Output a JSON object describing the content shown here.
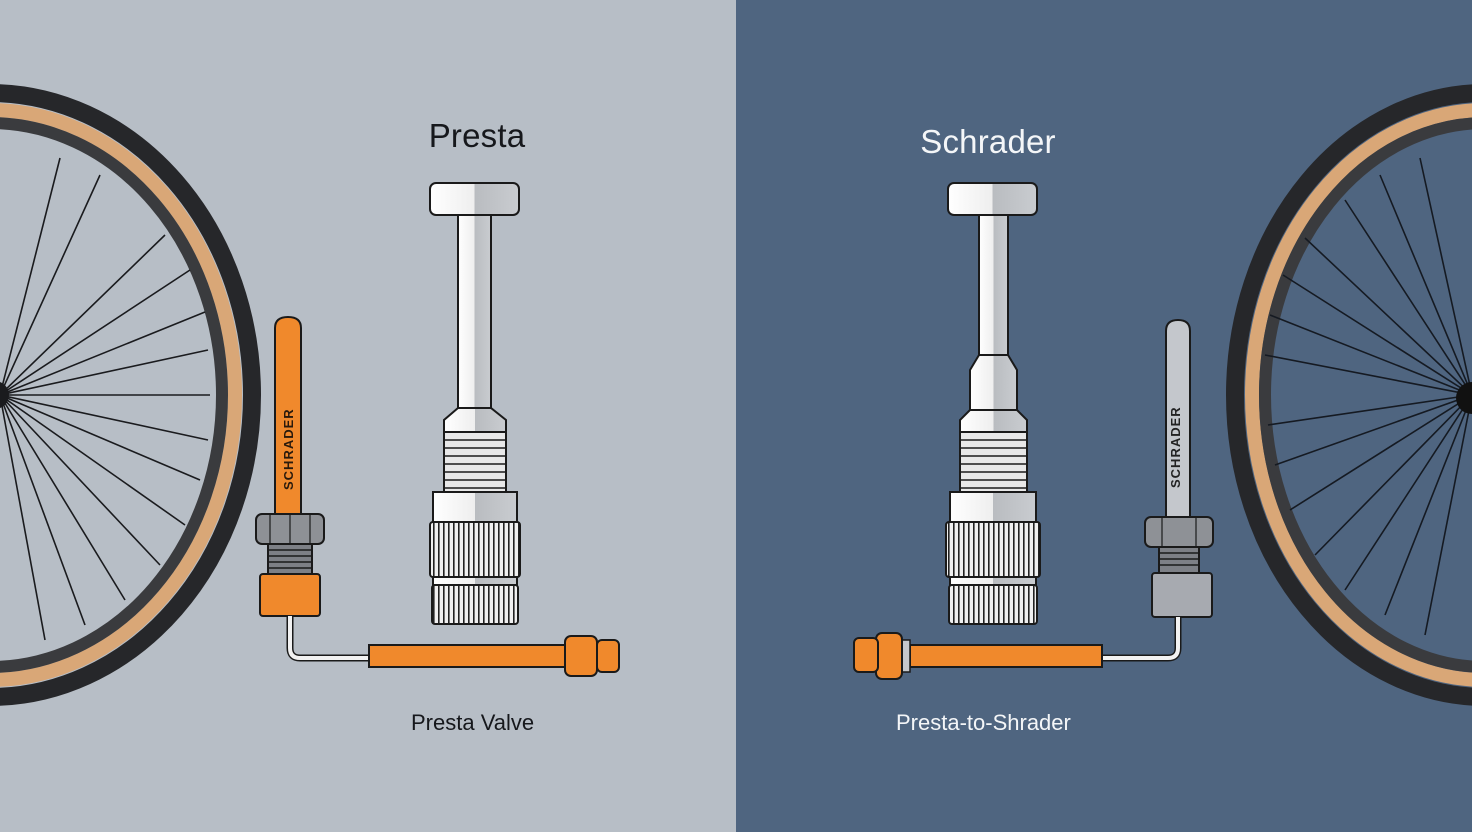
{
  "panels": {
    "left": {
      "title": "Presta",
      "caption": "Presta Valve",
      "adapter_label": "SCHRADER",
      "background": "#b7bec6",
      "text_color": "#16181c"
    },
    "right": {
      "title": "Schrader",
      "caption": "Presta-to-Shrader",
      "adapter_label": "SCHRADER",
      "background": "#4f6580",
      "text_color": "#f4f6f8"
    }
  },
  "colors": {
    "accent_orange": "#f0892c",
    "tire_tan": "#d9a777",
    "tire_black": "#26272a",
    "metal_light": "#f2f2f2",
    "metal_shade": "#b9bcc0"
  },
  "icons": {
    "left_wheel": "bicycle-wheel-icon",
    "right_wheel": "bicycle-wheel-icon",
    "left_valve": "presta-valve-icon",
    "right_valve": "presta-valve-icon",
    "left_adapter": "schrader-adapter-icon",
    "right_adapter": "schrader-adapter-icon",
    "left_hose": "hose-connector-icon",
    "right_hose": "hose-connector-icon"
  }
}
